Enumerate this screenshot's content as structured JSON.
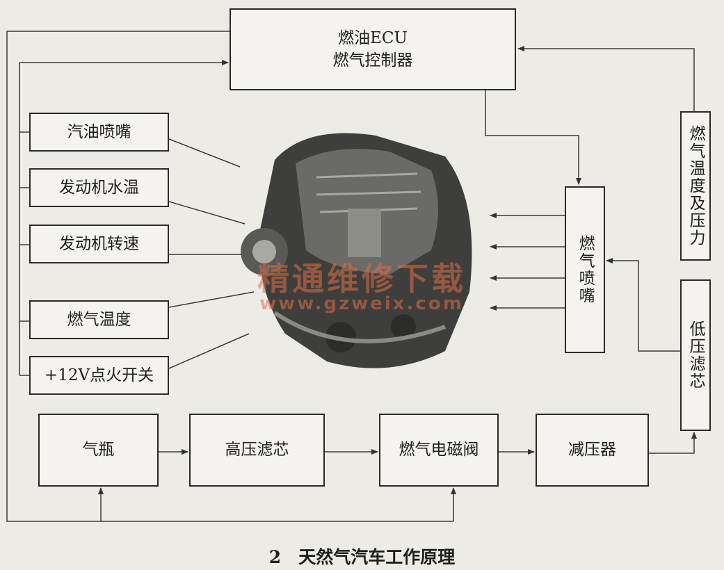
{
  "ecu": {
    "line1": "燃油ECU",
    "line2": "燃气控制器"
  },
  "left_labels": {
    "petrol_injector": "汽油喷嘴",
    "coolant_temp": "发动机水温",
    "engine_speed": "发动机转速",
    "gas_temp": "燃气温度",
    "ignition_switch": "+12V点火开关"
  },
  "right_labels": {
    "gas_injector": "燃气喷嘴",
    "gas_temp_pressure": "燃气温度及压力",
    "low_pressure_filter": "低压滤芯"
  },
  "bottom_labels": {
    "gas_cylinder": "气瓶",
    "high_pressure_filter": "高压滤芯",
    "gas_solenoid_valve": "燃气电磁阀",
    "pressure_reducer": "减压器"
  },
  "watermark": {
    "line1": "精通维修下载",
    "line2": "www.gzweix.com"
  },
  "caption": "2　天然气汽车工作原理"
}
